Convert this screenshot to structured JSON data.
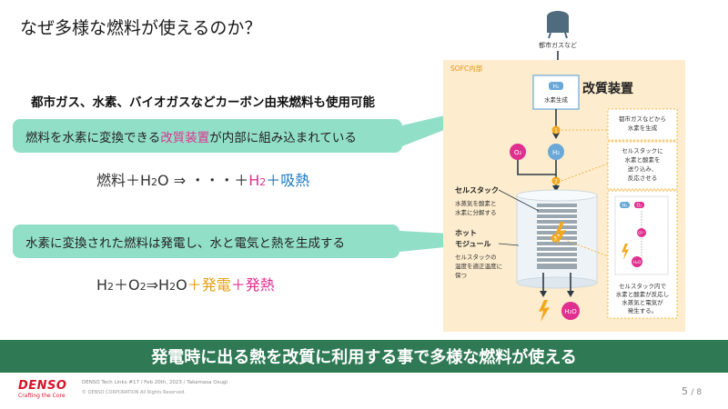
{
  "slide": {
    "title": "なぜ多様な燃料が使えるのか？",
    "lead": "都市ガス、水素、バイオガスなどカーボン由来燃料も使用可能",
    "callout1": {
      "pre": "燃料を水素に変換できる",
      "highlight": "改質装置",
      "post": "が内部に組み込まれている"
    },
    "formula1": {
      "left": "燃料＋H",
      "sub1": "2",
      "mid": "O ⇒ ・・・＋",
      "h": "H",
      "hsub": "2",
      "plus": "＋",
      "blue": "吸熱"
    },
    "callout2": "水素に変換された燃料は発電し、水と電気と熱を生成する",
    "formula2": {
      "h": "H",
      "hsub": "2",
      "mid": "＋O",
      "osub": "2",
      "arrow": "⇒H",
      "wsub": "2",
      "o": "O",
      "plus1": "＋",
      "gen": "発電",
      "plus2": "＋",
      "heat": "発熱"
    },
    "banner": "発電時に出る熱を改質に利用する事で多様な燃料が使える"
  },
  "diagram": {
    "tank_label": "都市ガスなど",
    "panel_label": "SOFC内部",
    "reformer_title": "改質装置",
    "h2_badge": "H₂",
    "reformer_sub": "水素生成",
    "o2": "O₂",
    "h2": "H₂",
    "steps": [
      "1",
      "2",
      "3"
    ],
    "note1": [
      "都市ガスなどから",
      "水素を生成"
    ],
    "note2": [
      "セルスタックに",
      "水素と酸素を",
      "送り込み、",
      "反応させる"
    ],
    "note3": [
      "セルスタック内で",
      "水素と酸素が反応し",
      "水蒸気と電気が",
      "発生する。"
    ],
    "cell_title": "セルスタック",
    "cell_desc": [
      "水蒸気を酸素と",
      "水素に分解する"
    ],
    "hot_title": [
      "ホット",
      "モジュール"
    ],
    "hot_desc": [
      "セルスタックの",
      "温度を適正温度に",
      "保つ"
    ],
    "mini_h2": "H₂",
    "mini_o2": "O₂",
    "mini_o2b": "O²⁻",
    "mini_h2o": "H₂O",
    "out_h2o": "H₂O",
    "colors": {
      "panel": "#fdeccd",
      "accent": "#f2a81c",
      "pink": "#e0308f",
      "blue": "#1a78c2",
      "green": "#2f7a55"
    }
  },
  "footer": {
    "logo": "DENSO",
    "tagline": "Crafting the Core",
    "meta": "DENSO Tech Links #17 / Feb 20th, 2023 / Takamasa Osugi",
    "copyright": "© DENSO CORPORATION All Rights Reserved.",
    "page_current": "5",
    "page_total": "/ 8"
  }
}
